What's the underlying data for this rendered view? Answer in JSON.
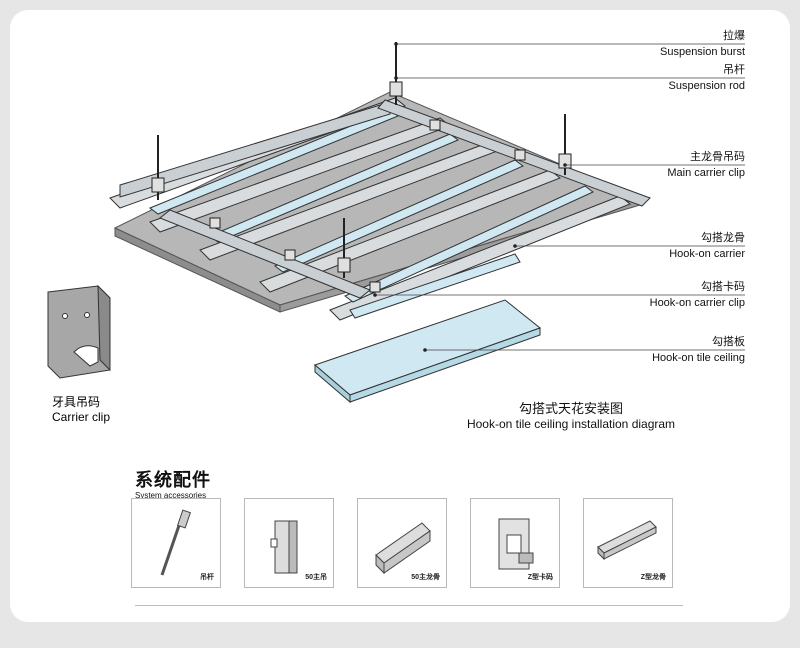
{
  "callouts": [
    {
      "zh": "拉爆",
      "en": "Suspension burst"
    },
    {
      "zh": "吊杆",
      "en": "Suspension rod"
    },
    {
      "zh": "主龙骨吊码",
      "en": "Main carrier clip"
    },
    {
      "zh": "勾搭龙骨",
      "en": "Hook-on carrier"
    },
    {
      "zh": "勾搭卡码",
      "en": "Hook-on carrier clip"
    },
    {
      "zh": "勾搭板",
      "en": "Hook-on tile ceiling"
    }
  ],
  "diagram_title": {
    "zh": "勾搭式天花安装图",
    "en": "Hook-on tile ceiling installation diagram"
  },
  "clip_label": {
    "zh": "牙具吊码",
    "en": "Carrier clip"
  },
  "accessories": {
    "title_zh": "系统配件",
    "title_en": "System accessories",
    "items": [
      "吊杆",
      "50主吊",
      "50主龙骨",
      "Z型卡码",
      "Z型龙骨"
    ]
  },
  "colors": {
    "panel_blue": "#cfe8f2",
    "steel": "#c9cfd3",
    "board": "#b8b8b8",
    "outline": "#333333"
  }
}
